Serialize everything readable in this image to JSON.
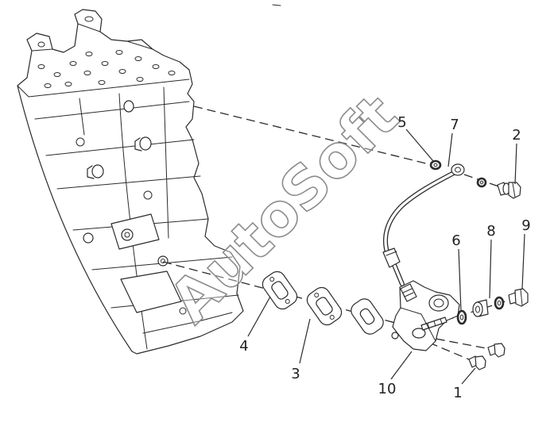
{
  "diagram": {
    "watermark": "AutoSoft",
    "callouts": [
      "1",
      "2",
      "3",
      "4",
      "5",
      "6",
      "7",
      "8",
      "9",
      "10"
    ]
  },
  "colors": {
    "line": "#2b2b2b",
    "watermark": "#8c8c8c",
    "background": "#ffffff"
  }
}
